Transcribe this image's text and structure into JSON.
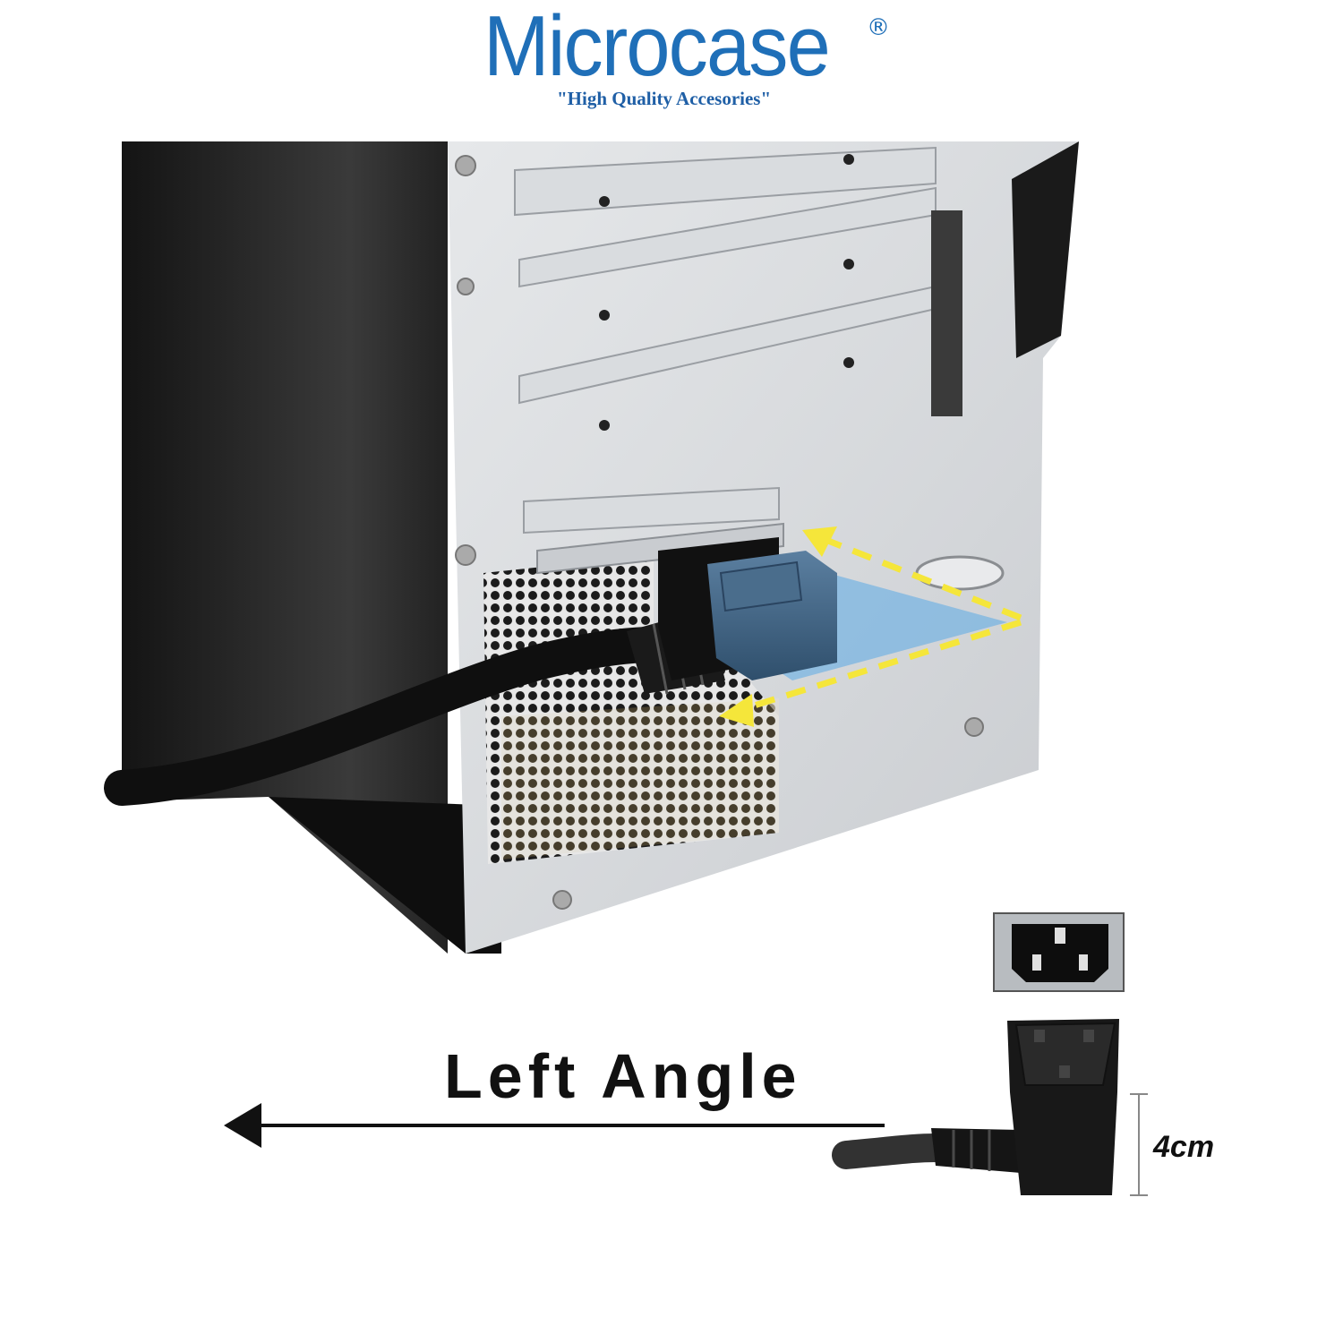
{
  "brand": {
    "name": "Microcase",
    "registered_mark": "®",
    "tagline": "\"High Quality Accesories\"",
    "color": "#1f6fb8"
  },
  "annotations": {
    "direction_label": "Left Angle",
    "dimension_label": "4cm",
    "arrow_color": "#f5e63a",
    "highlight_color": "#5aa9e6"
  },
  "icons": [
    "iec-c14-socket-icon",
    "iec-c13-right-angle-plug-icon",
    "left-arrow-icon"
  ]
}
